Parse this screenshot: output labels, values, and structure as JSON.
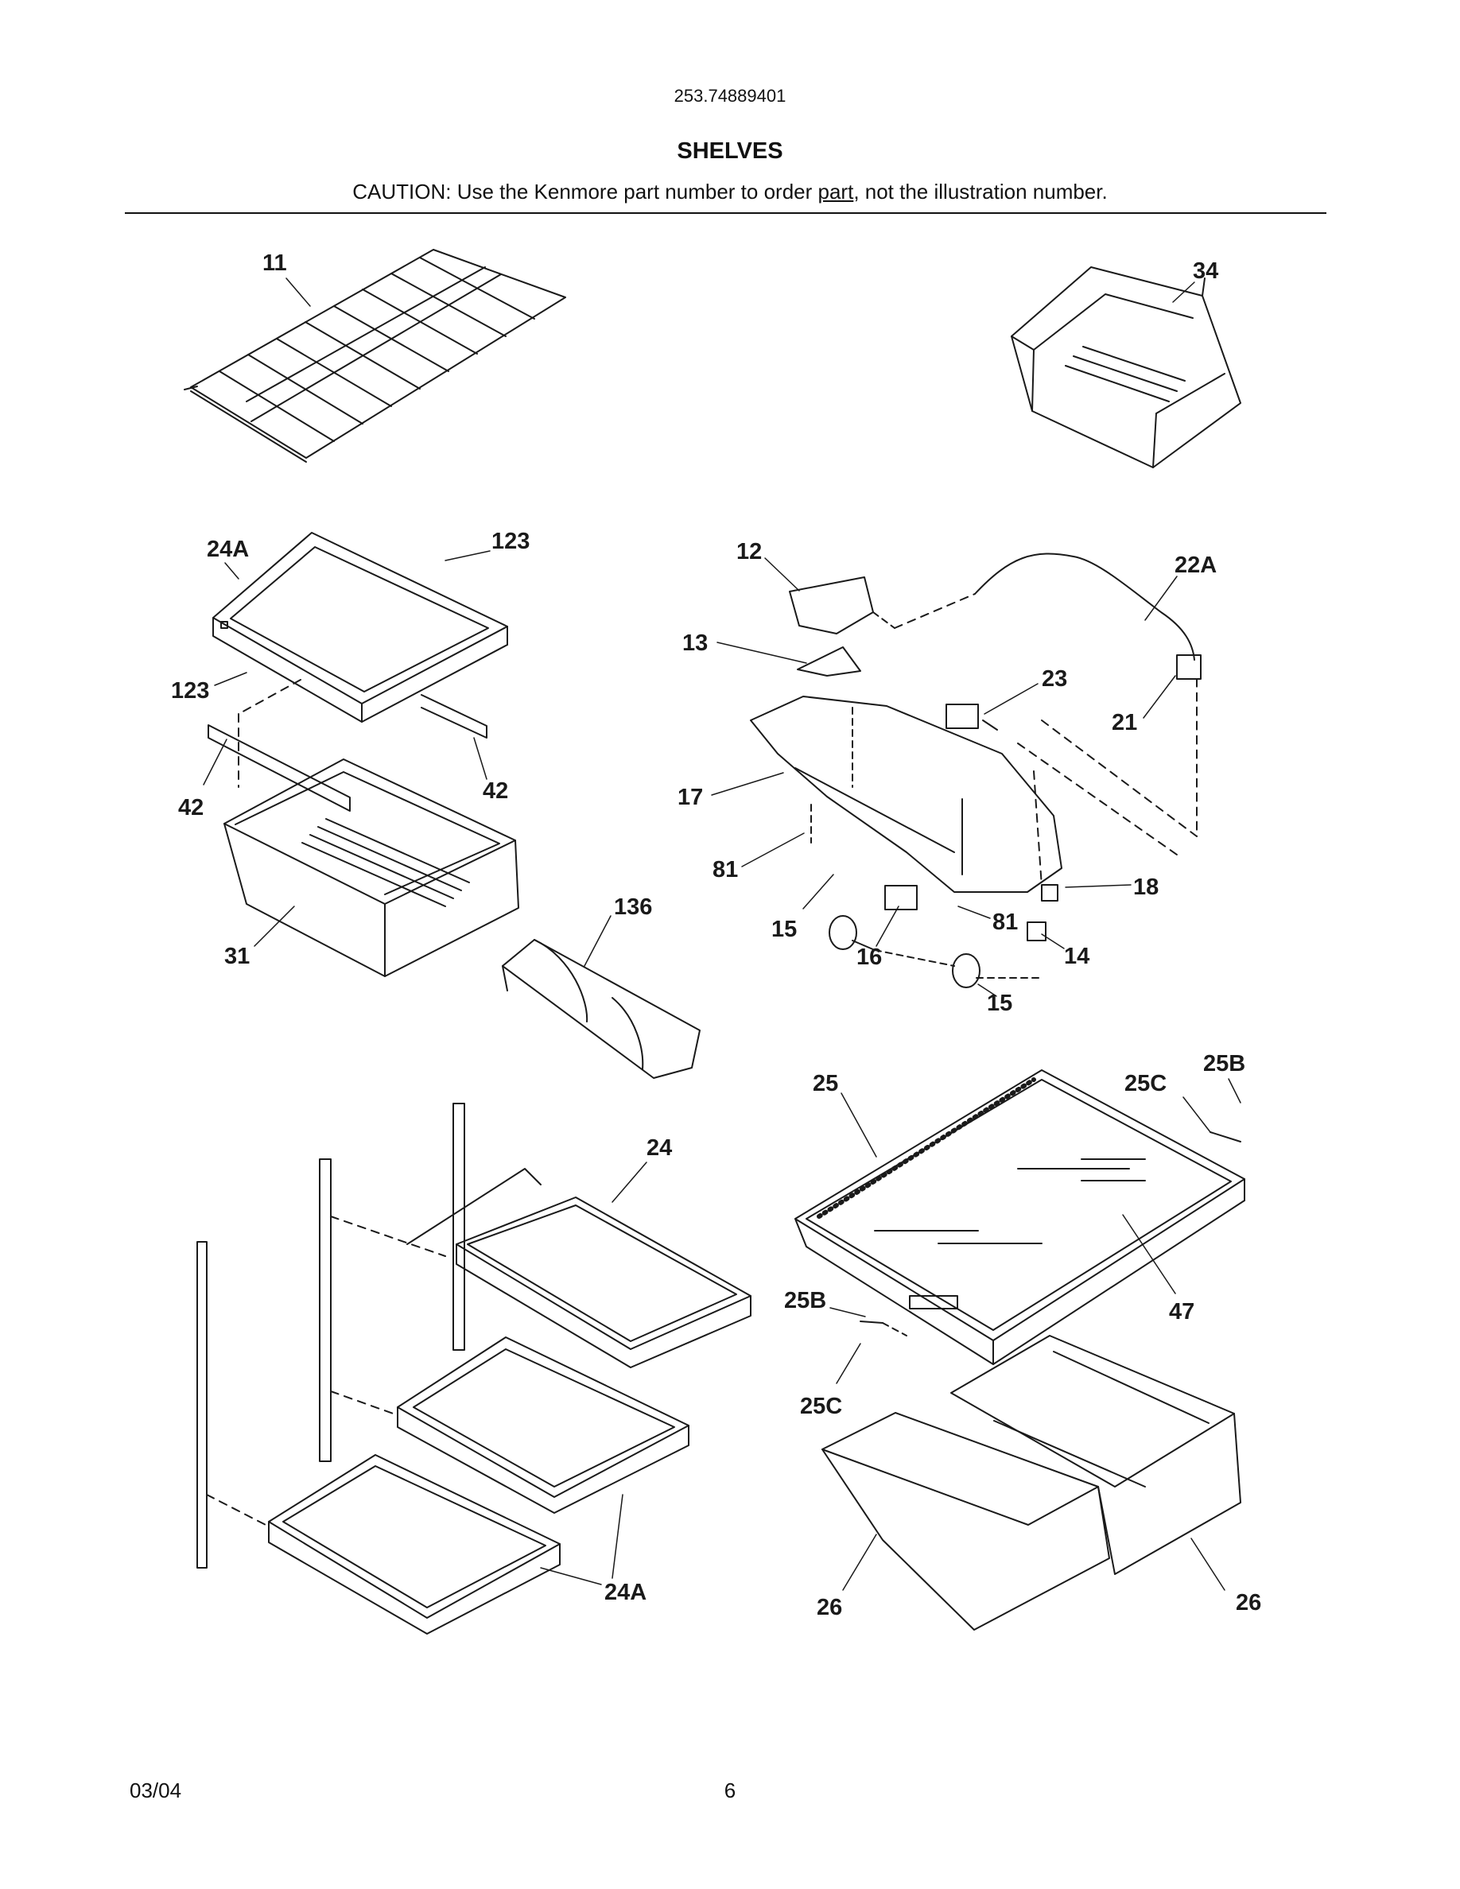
{
  "header": {
    "model_number": "253.74889401",
    "section_title": "SHELVES",
    "caution_prefix": "CAUTION: Use the Kenmore part number to order ",
    "caution_underlined": "part",
    "caution_suffix": ", not the illustration number."
  },
  "parts": [
    {
      "id": "wire-shelf",
      "callouts": [
        "11"
      ]
    },
    {
      "id": "deli-drawer-right",
      "callouts": [
        "34"
      ]
    },
    {
      "id": "glass-shelf-top",
      "callouts": [
        "24A",
        "123",
        "123"
      ]
    },
    {
      "id": "shelf-rails",
      "callouts": [
        "42",
        "42"
      ]
    },
    {
      "id": "deli-pan",
      "callouts": [
        "31"
      ]
    },
    {
      "id": "wine-rack",
      "callouts": [
        "136"
      ]
    },
    {
      "id": "light-housing",
      "callouts": [
        "12",
        "13",
        "17",
        "81",
        "81"
      ]
    },
    {
      "id": "thermostat-wire",
      "callouts": [
        "22A",
        "21",
        "23"
      ]
    },
    {
      "id": "bulbs-and-sockets",
      "callouts": [
        "15",
        "15",
        "16",
        "18",
        "14"
      ]
    },
    {
      "id": "crisper-cover",
      "callouts": [
        "25",
        "25C",
        "25B",
        "47",
        "25B",
        "25C"
      ]
    },
    {
      "id": "slide-out-shelves",
      "callouts": [
        "24",
        "24A"
      ]
    },
    {
      "id": "crisper-drawers",
      "callouts": [
        "26",
        "26"
      ]
    }
  ],
  "callouts": {
    "c11": "11",
    "c34": "34",
    "c24a_top": "24A",
    "c123_a": "123",
    "c123_b": "123",
    "c42_a": "42",
    "c42_b": "42",
    "c31": "31",
    "c136": "136",
    "c12": "12",
    "c13": "13",
    "c22a": "22A",
    "c23": "23",
    "c21": "21",
    "c17": "17",
    "c81_a": "81",
    "c81_b": "81",
    "c15_a": "15",
    "c15_b": "15",
    "c16": "16",
    "c18": "18",
    "c14": "14",
    "c25": "25",
    "c25c_top": "25C",
    "c25b_top": "25B",
    "c47": "47",
    "c25b_bottom": "25B",
    "c25c_bottom": "25C",
    "c24": "24",
    "c24a_bottom": "24A",
    "c26_a": "26",
    "c26_b": "26"
  },
  "footer": {
    "date": "03/04",
    "page_number": "6"
  }
}
